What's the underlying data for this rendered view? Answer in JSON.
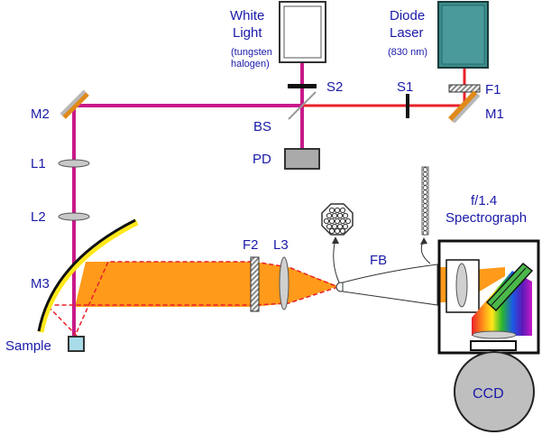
{
  "labels": {
    "white_light_1": "White",
    "white_light_2": "Light",
    "white_light_3": "(tungsten",
    "white_light_4": "halogen)",
    "diode_1": "Diode",
    "diode_2": "Laser",
    "diode_3": "(830 nm)",
    "s2": "S2",
    "s1": "S1",
    "f1": "F1",
    "m2": "M2",
    "bs": "BS",
    "m1": "M1",
    "pd": "PD",
    "l1": "L1",
    "l2": "L2",
    "m3": "M3",
    "sample": "Sample",
    "f2": "F2",
    "l3": "L3",
    "fb": "FB",
    "spectro_1": "f/1.4",
    "spectro_2": "Spectrograph",
    "ccd": "CCD"
  },
  "colors": {
    "text": "#1a1aa8",
    "laser_beam": "#e8202a",
    "white_beam": "#c81a8a",
    "collected_light": "#ff9a1a",
    "diode_laser_box": "#3a8c8c",
    "mirror": "#c0c0c0",
    "mirror_back": "#e08a1a",
    "sample": "#a8dce8"
  }
}
